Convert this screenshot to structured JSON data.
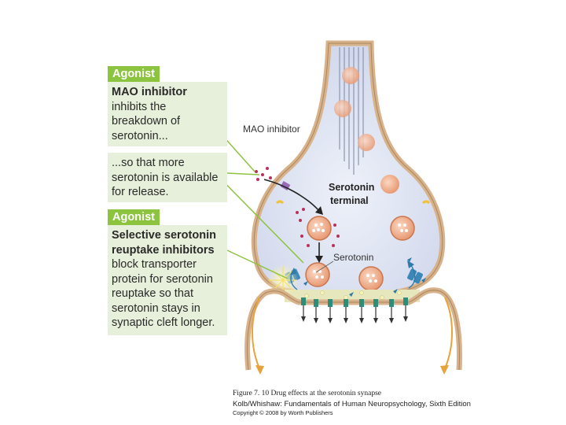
{
  "panels": {
    "mao": {
      "tag": "Agonist",
      "lines": [
        "MAO inhibitor",
        "inhibits the",
        "breakdown of",
        "serotonin..."
      ]
    },
    "release": {
      "lines": [
        "...so that more",
        "serotonin is available",
        "for release."
      ]
    },
    "ssri": {
      "tag": "Agonist",
      "lines": [
        "Selective serotonin",
        "reuptake inhibitors",
        "block transporter",
        "protein for serotonin",
        "reuptake so that",
        "serotonin stays in",
        "synaptic cleft longer."
      ]
    }
  },
  "diagram": {
    "mao_inhibitor_label": "MAO inhibitor",
    "terminal_label_1": "Serotonin",
    "terminal_label_2": "terminal",
    "serotonin_label": "Serotonin"
  },
  "caption": {
    "line1": "Figure 7. 10 Drug effects at the serotonin synapse",
    "line2": "Kolb/Whishaw: Fundamentals of Human Neuropsychology, Sixth Edition",
    "line3": "Copyright © 2008 by Worth Publishers"
  },
  "colors": {
    "agonist_tag": "#8cc43f",
    "panel_bg": "#e6f0da",
    "membrane": "#d8b28a",
    "terminal_fill": "#dfe4f2",
    "vesicle": "#e8a07a",
    "arrow_orange": "#e8a23a",
    "transporter": "#3a87b8"
  }
}
